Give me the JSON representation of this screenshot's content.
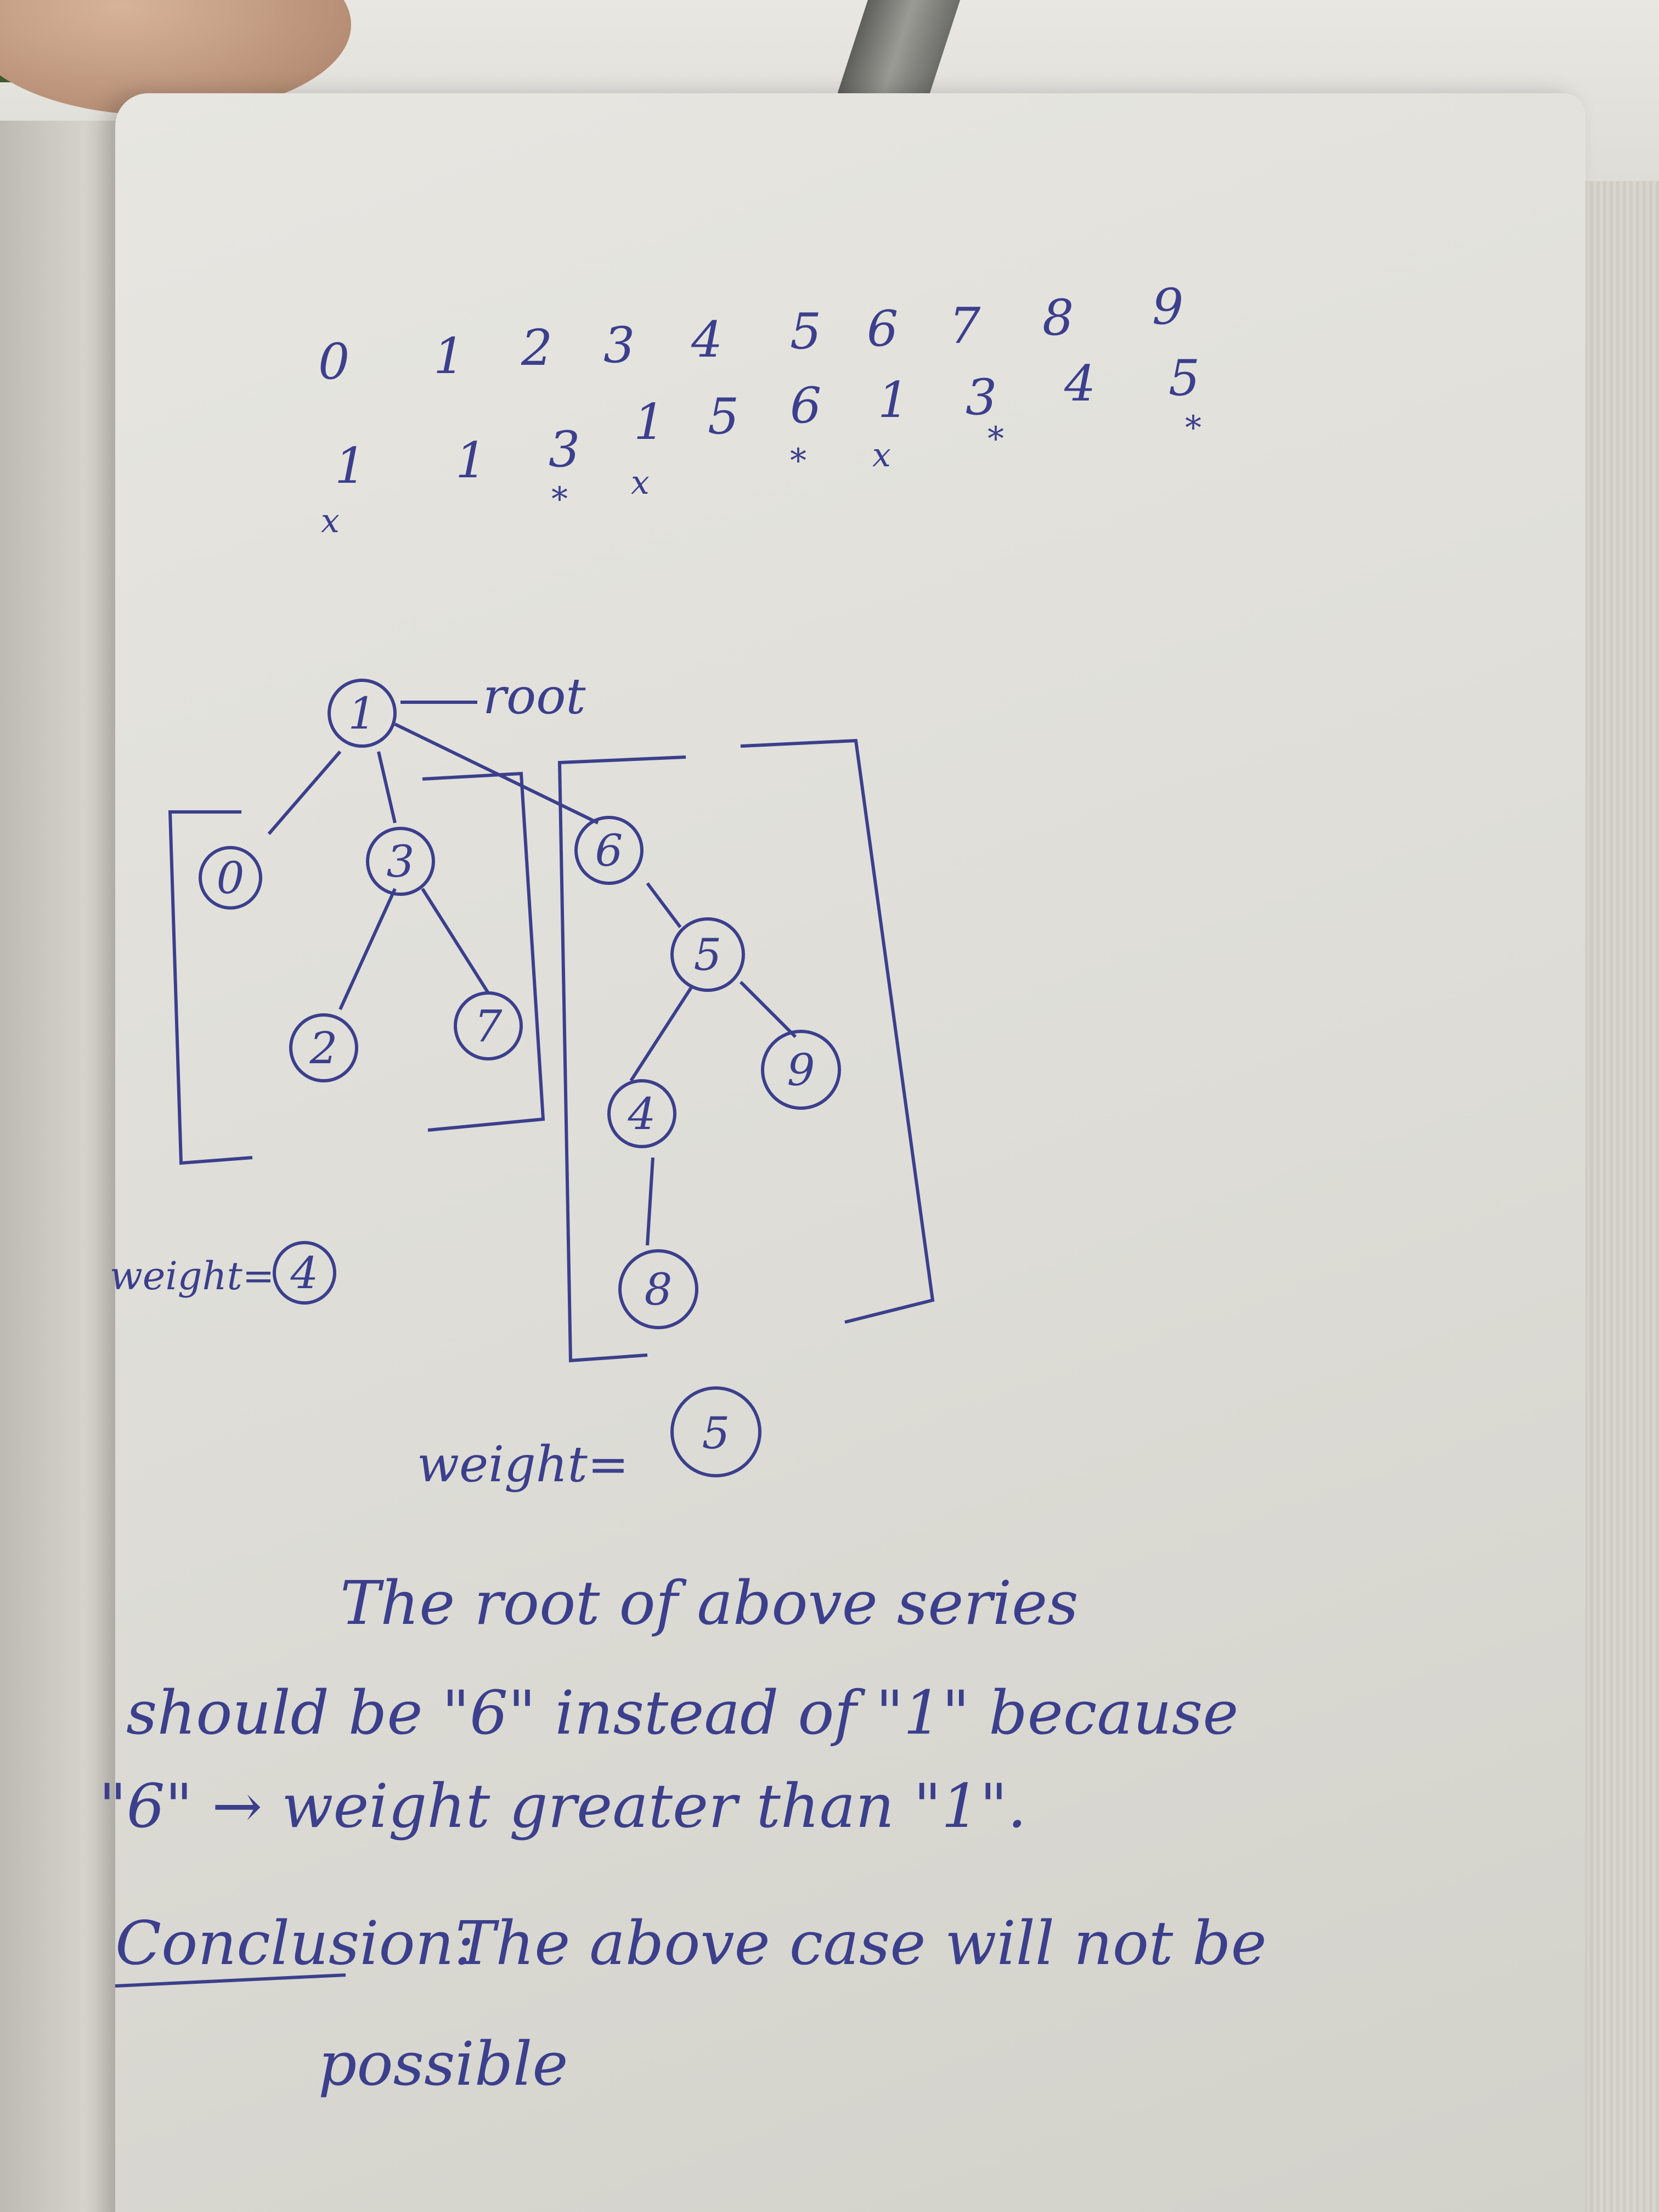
{
  "array": {
    "indices": [
      "0",
      "1",
      "2",
      "3",
      "4",
      "5",
      "6",
      "7",
      "8",
      "9"
    ],
    "values": [
      "1",
      "1",
      "3",
      "1",
      "5",
      "6",
      "1",
      "3",
      "4",
      "5"
    ],
    "marks": [
      "x",
      "",
      "*",
      "x",
      "",
      "*",
      "x",
      "*",
      "",
      "*"
    ]
  },
  "tree": {
    "root_note": "root",
    "nodes": [
      "1",
      "0",
      "3",
      "2",
      "7",
      "6",
      "5",
      "4",
      "9",
      "8"
    ],
    "left_weight": "weight=",
    "left_weight_value": "4",
    "right_weight": "weight=",
    "right_weight_value": "5"
  },
  "notes": {
    "line1": "The root of above series",
    "line2": "should be \"6\" instead of \"1\" because",
    "line3": "\"6\" → weight greater than \"1\".",
    "conclusion_label": "Conclusion:",
    "conclusion_text": "The above case will not be",
    "conclusion_text2": "possible"
  },
  "colors": {
    "ink": "#3b3f8c",
    "paper": "#e3e2dc"
  }
}
